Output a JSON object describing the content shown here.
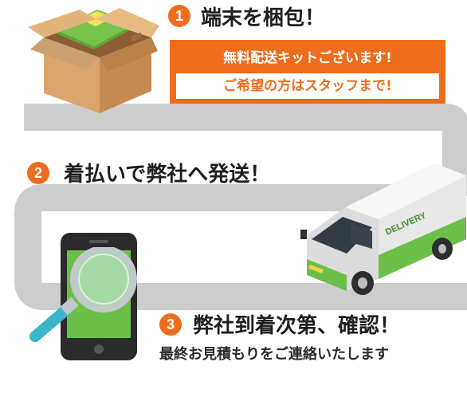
{
  "steps": [
    {
      "number": "1",
      "title": "端末を梱包！"
    },
    {
      "number": "2",
      "title": "着払いで弊社へ発送！"
    },
    {
      "number": "3",
      "title": "弊社到着次第、確認！",
      "description": "最終お見積もりをご連絡いたします"
    }
  ],
  "banner": {
    "line1": "無料配送キットございます!",
    "line2": "ご希望の方はスタッフまで!"
  },
  "van_label": "DELIVERY",
  "colors": {
    "accent_orange": "#ee6d1c",
    "route_gray": "#c9c9c9",
    "green": "#6cc04a",
    "cardboard": "#d8a06a"
  }
}
